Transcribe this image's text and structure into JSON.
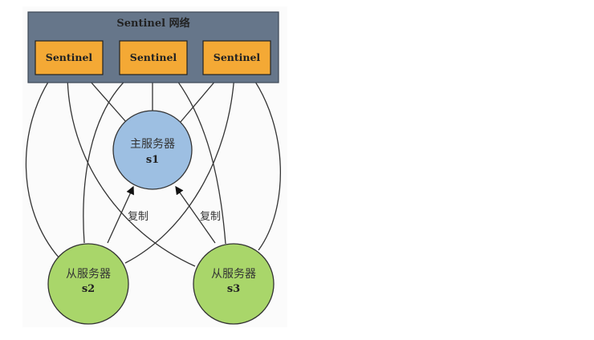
{
  "network": {
    "title": "Sentinel 网络"
  },
  "sentinels": [
    {
      "label": "Sentinel"
    },
    {
      "label": "Sentinel"
    },
    {
      "label": "Sentinel"
    }
  ],
  "master": {
    "role": "主服务器",
    "name": "s1"
  },
  "slaves": [
    {
      "role": "从服务器",
      "name": "s2"
    },
    {
      "role": "从服务器",
      "name": "s3"
    }
  ],
  "replication_label": "复制",
  "colors": {
    "network_bg": "#66768a",
    "sentinel": "#f4a935",
    "master": "#9dbfe2",
    "slave": "#a9d66a"
  }
}
